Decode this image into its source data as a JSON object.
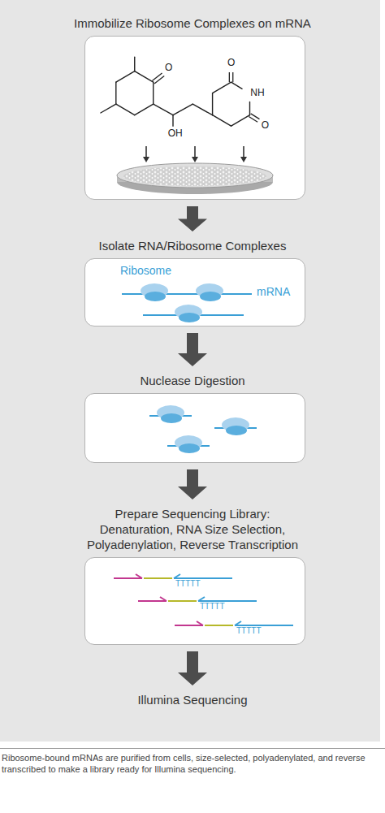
{
  "diagram": {
    "caption": "Ribosome-bound mRNAs are purified from cells, size-selected, polyadenylated, and reverse transcribed to make a library ready for Illumina sequencing.",
    "nodes": [
      {
        "text": [
          "Immobilize Ribosome Complexes on mRNA"
        ]
      },
      {
        "text": [
          "Isolate RNA/Ribosome Complexes"
        ]
      },
      {
        "text": [
          "Nuclease Digestion"
        ]
      },
      {
        "text": [
          "Prepare Sequencing Library: Denaturation, RNA Size Selection, Polyadenylation, Reverse Transcription"
        ]
      },
      {
        "text": [
          "Illumina Sequencing"
        ]
      }
    ],
    "edges": [
      {
        "from": 0,
        "to": 1,
        "arrow": "to"
      },
      {
        "from": 1,
        "to": 2,
        "arrow": "to"
      },
      {
        "from": 2,
        "to": 3,
        "arrow": "to"
      },
      {
        "from": 3,
        "to": 4,
        "arrow": "to"
      }
    ],
    "labels": [
      "O",
      "O",
      "NH",
      "OH",
      "O",
      "Ribosome",
      "mRNA",
      "TTTTT",
      "TTTTT",
      "TTTTT"
    ]
  }
}
